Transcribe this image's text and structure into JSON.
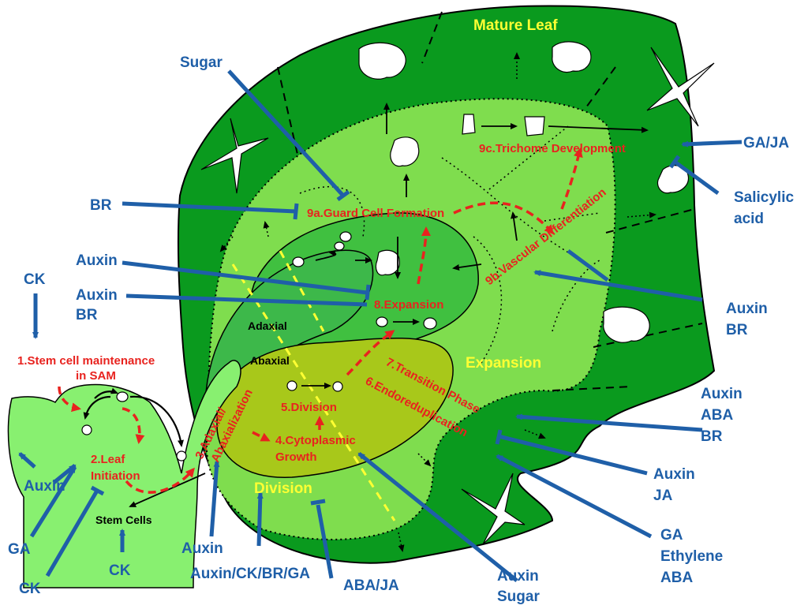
{
  "zones": {
    "mature_leaf": "Mature Leaf",
    "expansion": "Expansion",
    "division": "Division",
    "adaxial": "Adaxial",
    "abaxial": "Abaxial",
    "stem_cells": "Stem Cells"
  },
  "steps": {
    "s1a": "1.Stem cell maintenance",
    "s1b": "in SAM",
    "s2a": "2.Leaf",
    "s2b": "Initiation",
    "s3a": "3.Adaxial/",
    "s3b": "Abaxialization",
    "s4a": "4.Cytoplasmic",
    "s4b": "Growth",
    "s5": "5.Division",
    "s6": "6.Endoreduplication",
    "s7": "7.Transition Phase",
    "s8": "8.Expansion",
    "s9a": "9a.Guard Cell Formation",
    "s9b": "9b.Vascular Differentiation",
    "s9c": "9c.Trichome Development"
  },
  "regulators": {
    "sugar_top": "Sugar",
    "br_left": "BR",
    "auxin_1": "Auxin",
    "auxin_2": "Auxin",
    "br_2": "BR",
    "ck_top": "CK",
    "auxin_sam": "Auxin",
    "ga_sam": "GA",
    "ck_bottom_left": "CK",
    "ck_bottom": "CK",
    "auxin_bottom": "Auxin",
    "auxin_ck_br_ga": "Auxin/CK/BR/GA",
    "aba_ja": "ABA/JA",
    "auxin_sugar_1": "Auxin",
    "auxin_sugar_2": "Sugar",
    "ga_eth_1": "GA",
    "ga_eth_2": "Ethylene",
    "ga_eth_3": "ABA",
    "auxin_ja_1": "Auxin",
    "auxin_ja_2": "JA",
    "auxin_aba_br_1": "Auxin",
    "auxin_aba_br_2": "ABA",
    "auxin_aba_br_3": "BR",
    "auxin_br_right_1": "Auxin",
    "auxin_br_right_2": "BR",
    "salicylic_1": "Salicylic",
    "salicylic_2": "acid",
    "ga_ja": "GA/JA"
  },
  "colors": {
    "mature_leaf": "#0a9a1e",
    "expansion_zone": "#7fdd4e",
    "inner_zone": "#40c040",
    "division_zone": "#a8c81a",
    "sam": "#88f070",
    "regulator_blue": "#1f5fa8",
    "process_red": "#e8231f",
    "zone_yellow": "#ffff33"
  }
}
